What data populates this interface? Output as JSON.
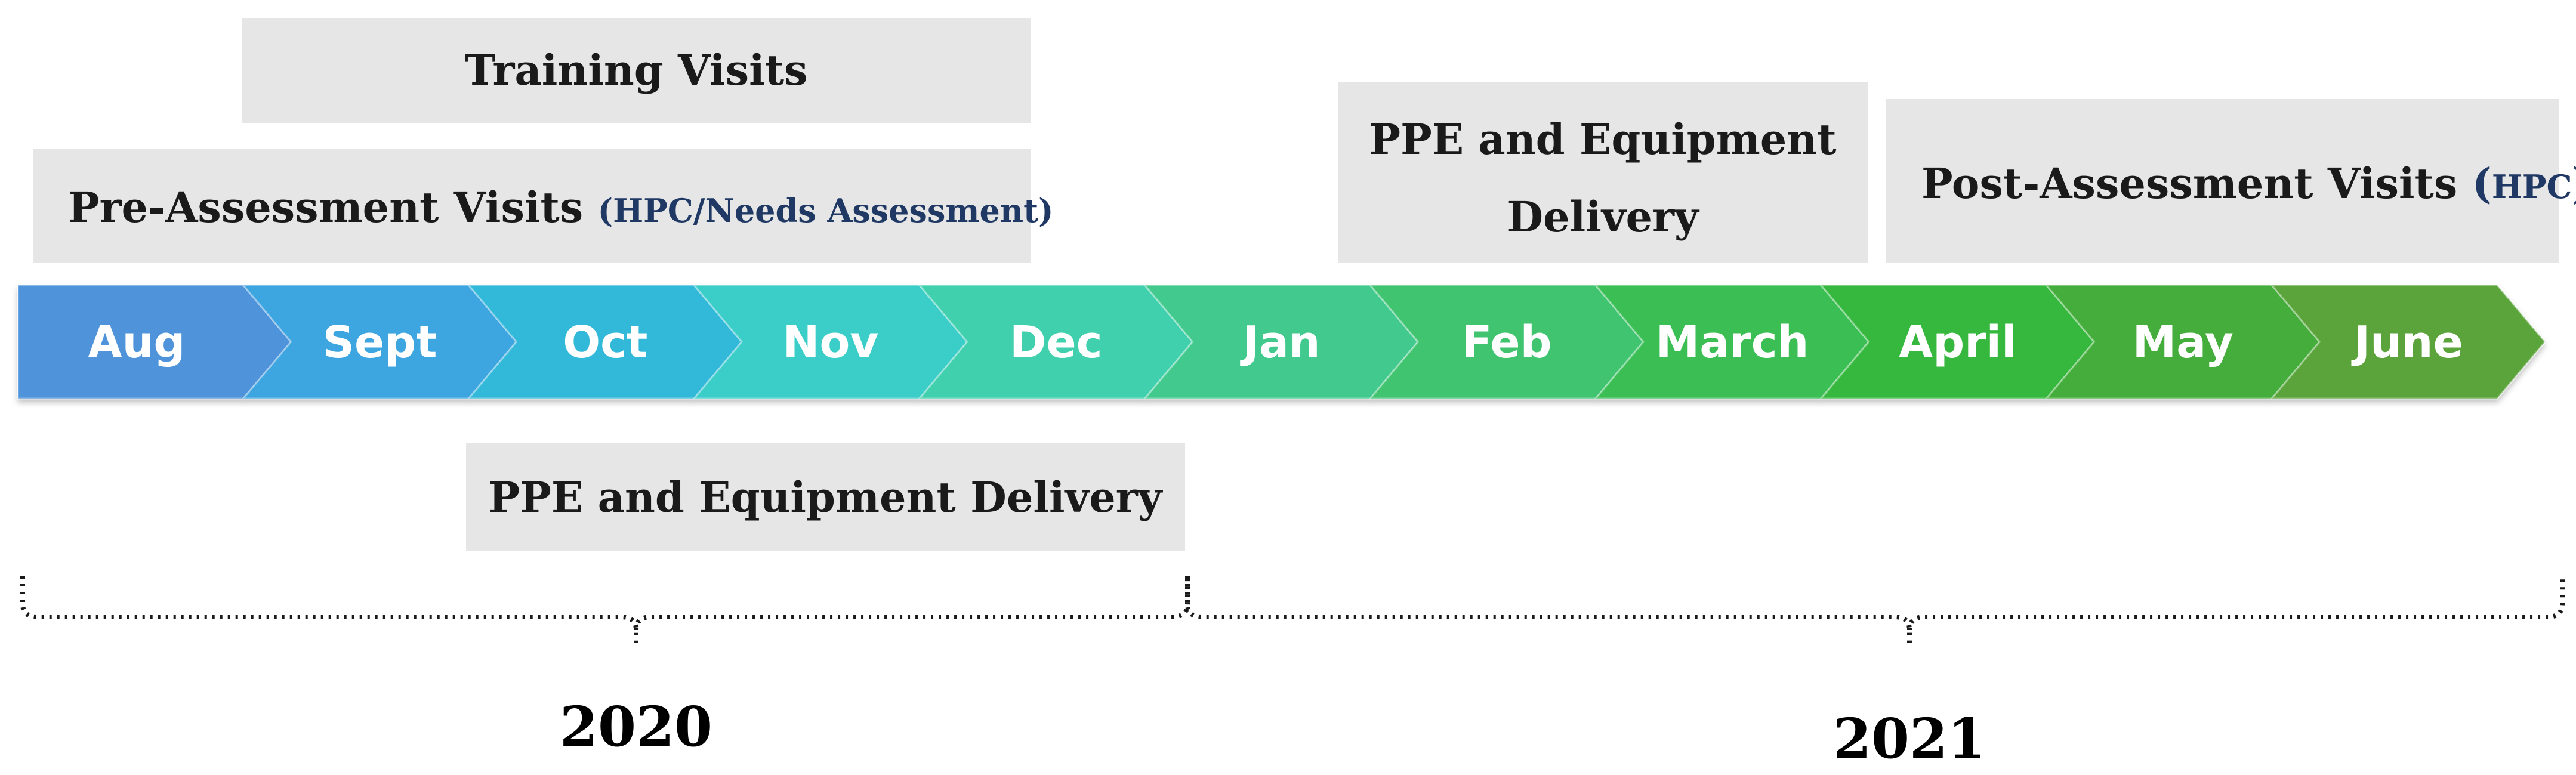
{
  "boxes": {
    "training": {
      "label": "Training Visits"
    },
    "pre_assessment": {
      "label": "Pre-Assessment Visits ",
      "detail": "(HPC/Needs Assessment)"
    },
    "ppe_top": {
      "line1": "PPE and Equipment",
      "line2": "Delivery"
    },
    "post_assessment": {
      "label": "Post-Assessment Visits ",
      "detail_open": "(",
      "detail": "HPC",
      "detail_close": ")"
    },
    "ppe_bottom": {
      "label": "PPE and Equipment Delivery"
    }
  },
  "months": [
    {
      "label": "Aug",
      "color": "#4f93da"
    },
    {
      "label": "Sept",
      "color": "#3ea5e0"
    },
    {
      "label": "Oct",
      "color": "#33b9d9"
    },
    {
      "label": "Nov",
      "color": "#3acdc8"
    },
    {
      "label": "Dec",
      "color": "#3fd0ad"
    },
    {
      "label": "Jan",
      "color": "#42c98e"
    },
    {
      "label": "Feb",
      "color": "#3fc470"
    },
    {
      "label": "March",
      "color": "#3abf55"
    },
    {
      "label": "April",
      "color": "#36b83c"
    },
    {
      "label": "May",
      "color": "#45ad3a"
    },
    {
      "label": "June",
      "color": "#5aa43a"
    }
  ],
  "years": [
    {
      "label": "2020"
    },
    {
      "label": "2021"
    }
  ],
  "colors": {
    "box_fill": "#e6e6e6",
    "detail_text": "#1f3864"
  }
}
